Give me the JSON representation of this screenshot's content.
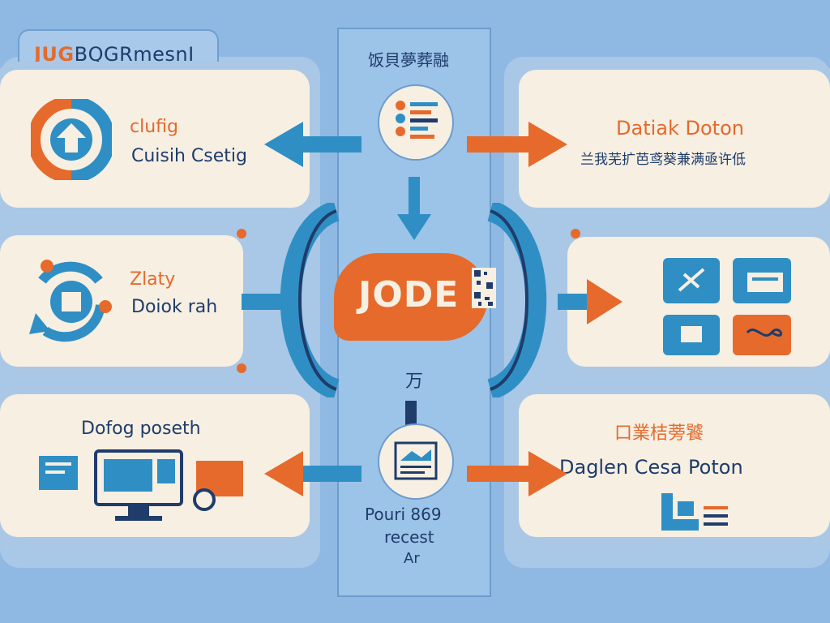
{
  "header": {
    "title_orange": "JUG",
    "title_rest": "BQGRmesnI"
  },
  "center": {
    "top_label": "饭貝夢葬融",
    "hub_label": "JODE",
    "mid_label": "万",
    "bottom_line1": "Pouri 869",
    "bottom_line2": "recest",
    "bottom_line3": "Ar"
  },
  "left_cards": [
    {
      "title": "clufig",
      "subtitle": "Cuisih Csetig"
    },
    {
      "title": "Zlaty",
      "subtitle": "Doiok rah"
    },
    {
      "title": "Dofog poseth",
      "subtitle": ""
    }
  ],
  "right_cards": [
    {
      "title": "Datiak Doton",
      "subtitle": "兰我芜扩芭鸢葵兼满亟许低"
    },
    {
      "title": "",
      "subtitle": ""
    },
    {
      "title": "口業桔蒡饕",
      "subtitle": "Daglen Cesa Poton"
    }
  ],
  "colors": {
    "orange": "#e56a2c",
    "blue": "#2f8fc4",
    "navy": "#1f3c6b",
    "card": "#f6efe2",
    "bg": "#8fb9e2"
  }
}
